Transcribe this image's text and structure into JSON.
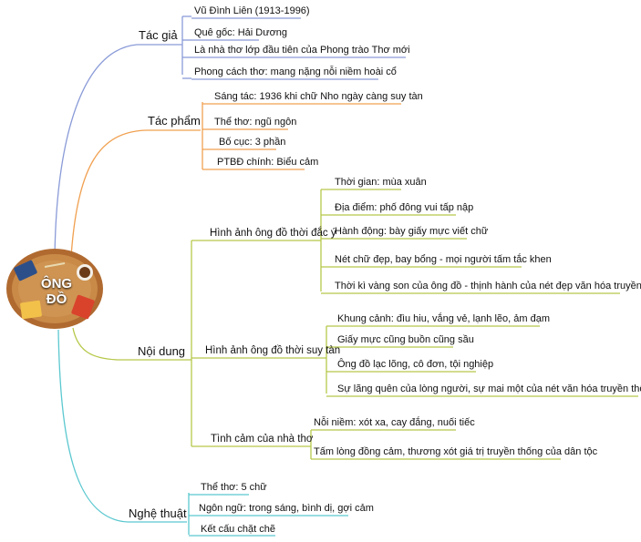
{
  "center": {
    "title": "ÔNG ĐỒ"
  },
  "colors": {
    "tac_gia": "#8a9bd8",
    "tac_pham": "#f0a050",
    "noi_dung": "#b7c84a",
    "nghe_thuat": "#5bc8d0"
  },
  "branches": {
    "tac_gia": {
      "label": "Tác giả",
      "items": [
        "Vũ Đình Liên (1913-1996)",
        "Quê gốc: Hải Dương",
        "Là nhà thơ lớp đầu tiên của Phong trào Thơ mới",
        "Phong cách thơ: mang nặng nỗi niềm hoài cổ"
      ]
    },
    "tac_pham": {
      "label": "Tác phẩm",
      "items": [
        "Sáng tác: 1936 khi chữ Nho ngày càng suy tàn",
        "Thể thơ: ngũ ngôn",
        "Bố cục: 3 phần",
        "PTBĐ chính: Biểu cảm"
      ]
    },
    "noi_dung": {
      "label": "Nội dung",
      "sub1": {
        "label": "Hình ảnh ông đồ thời đắc ý",
        "items": [
          "Thời gian: mùa xuân",
          "Địa điểm: phố đông vui tấp nập",
          "Hành động: bày giấy mực viết chữ",
          "Nét chữ đẹp, bay bổng - mọi người tấm tắc khen",
          "Thời kì vàng son của ông đồ - thịnh hành của nét đẹp văn hóa truyền thống"
        ]
      },
      "sub2": {
        "label": "Hình ảnh ông đồ thời suy tàn",
        "items": [
          "Khung cảnh: đìu hiu, vắng vẻ, lạnh lẽo, ảm đạm",
          "Giấy mực cũng buồn cũng sầu",
          "Ông đồ lạc lõng, cô đơn, tội nghiệp",
          "Sự lãng quên của lòng người, sự mai một của nét văn hóa truyền thống"
        ]
      },
      "sub3": {
        "label": "Tình cảm của nhà thơ",
        "items": [
          "Nỗi niềm: xót xa, cay đắng, nuối tiếc",
          "Tấm lòng đồng cảm, thương xót giá trị truyền thống của dân tộc"
        ]
      }
    },
    "nghe_thuat": {
      "label": "Nghệ thuật",
      "items": [
        "Thể thơ: 5 chữ",
        "Ngôn ngữ: trong sáng, bình dị, gợi cảm",
        "Kết cấu chặt chẽ"
      ]
    }
  }
}
